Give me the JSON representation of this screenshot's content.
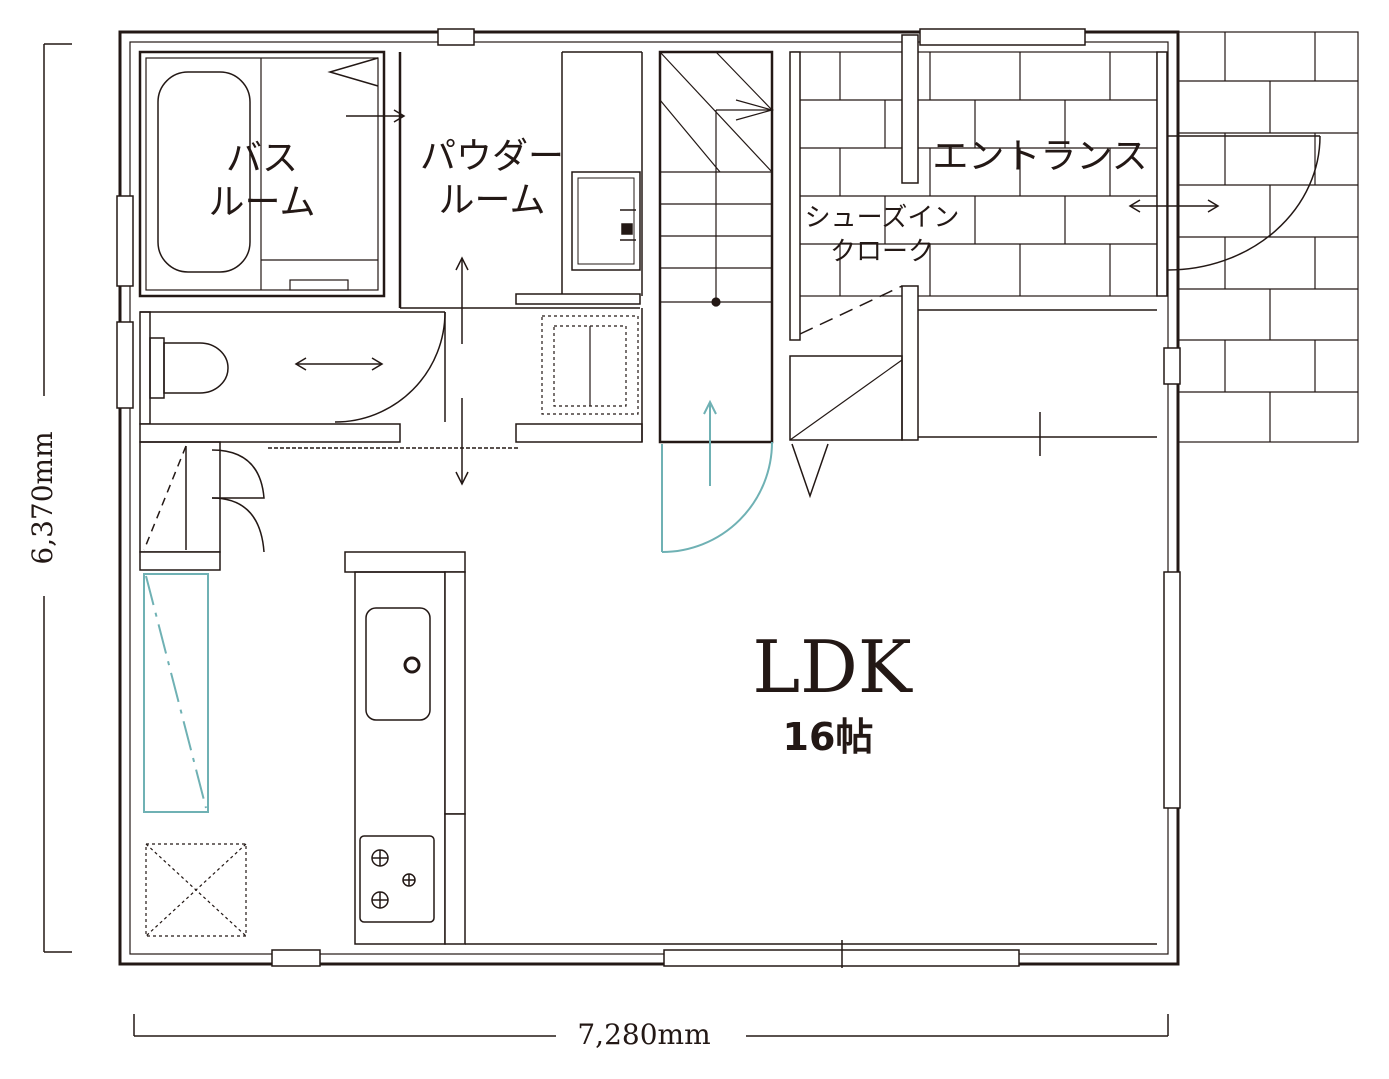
{
  "rooms": {
    "bath": [
      "バス",
      "ルーム"
    ],
    "powder": [
      "パウダー",
      "ルーム"
    ],
    "entrance": "エントランス",
    "shoes": [
      "シューズイン",
      "クローク"
    ],
    "ldk": "LDK",
    "ldk_size": "16帖"
  },
  "dimensions": {
    "height": "6,370mm",
    "width": "7,280mm"
  },
  "colors": {
    "line": "#231815",
    "accent": "#6fb1b4",
    "tile_fill": "#ffffff"
  }
}
